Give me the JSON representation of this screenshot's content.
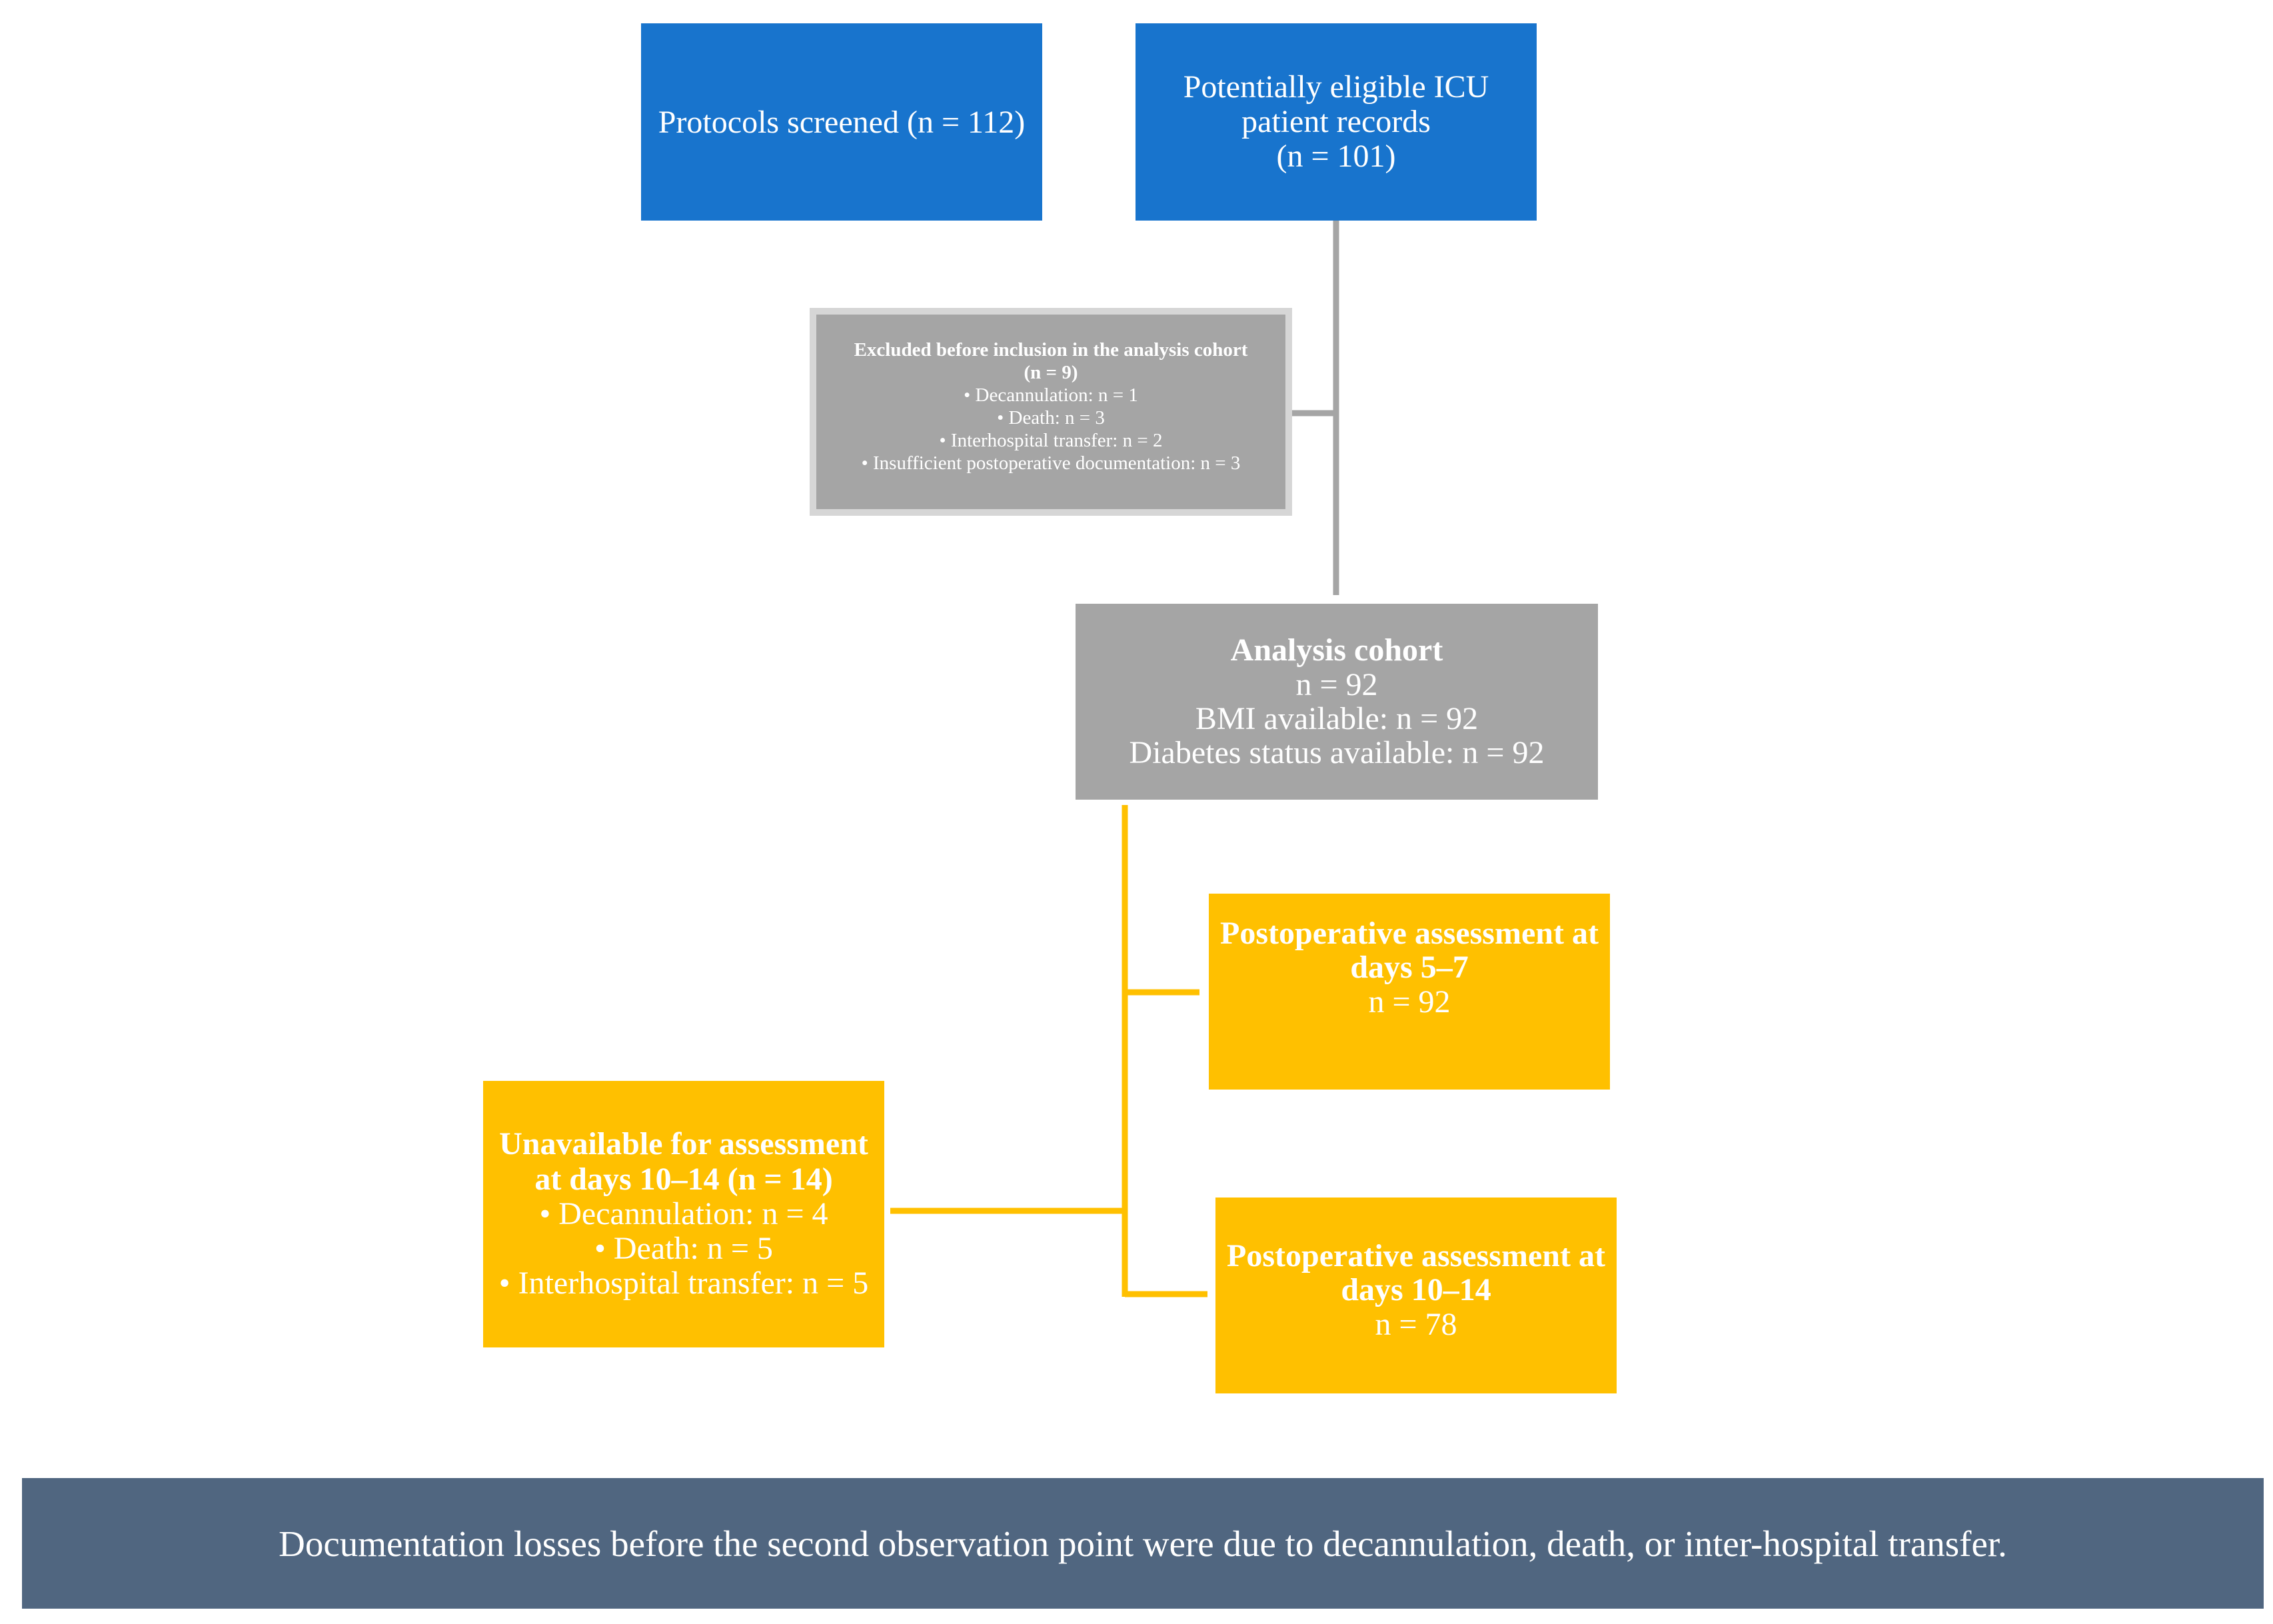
{
  "boxes": {
    "protocols": {
      "line1": "Protocols screened (n = 112)"
    },
    "eligible": {
      "line1": "Potentially eligible ICU",
      "line2": "patient records",
      "line3": "(n = 101)"
    },
    "excluded": {
      "title": "Excluded before inclusion in the analysis cohort",
      "count": "(n = 9)",
      "items": [
        "• Decannulation: n = 1",
        "• Death: n = 3",
        "• Interhospital transfer: n = 2",
        "• Insufficient postoperative documentation: n = 3"
      ]
    },
    "cohort": {
      "title": "Analysis cohort",
      "line1": "n = 92",
      "line2": "BMI available: n = 92",
      "line3": "Diabetes status available: n = 92"
    },
    "post57": {
      "title1": "Postoperative assessment at",
      "title2": "days 5–7",
      "count": "n = 92"
    },
    "unavailable": {
      "title1": "Unavailable for assessment",
      "title2": "at days 10–14 (n = 14)",
      "items": [
        "• Decannulation: n = 4",
        "• Death: n = 5",
        "• Interhospital transfer: n = 5"
      ]
    },
    "post1014": {
      "title1": "Postoperative assessment at",
      "title2": "days 10–14",
      "count": "n = 78"
    }
  },
  "footer": {
    "text": "Documentation losses before the second observation point were due to decannulation, death, or inter-hospital transfer."
  },
  "colors": {
    "blue": "#1874cd",
    "gray": "#a5a5a5",
    "yellow": "#ffc000",
    "navy": "#506680"
  }
}
